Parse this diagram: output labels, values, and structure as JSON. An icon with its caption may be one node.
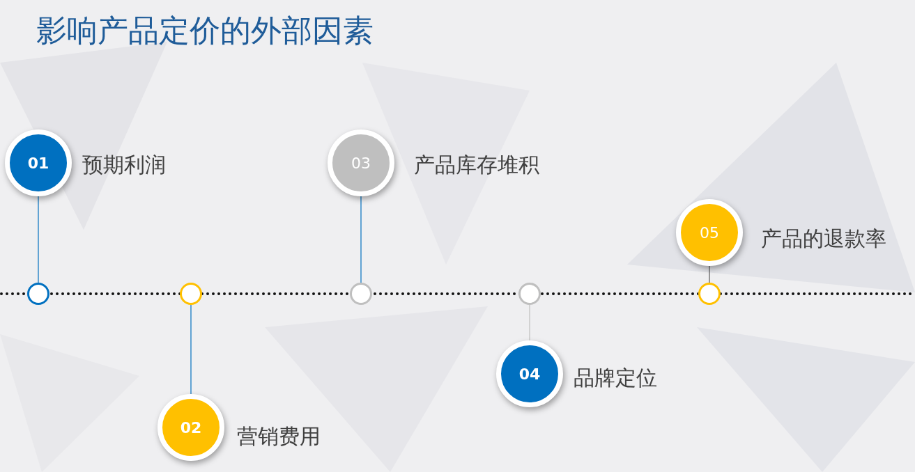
{
  "diagram": {
    "title": "影响产品定价的外部因素",
    "nodes": [
      {
        "text": [
          "01"
        ],
        "beside": [
          "预期利润"
        ]
      },
      {
        "text": [
          "02"
        ],
        "beside": [
          "营销费用"
        ]
      },
      {
        "text": [
          "03"
        ],
        "beside": [
          "产品库存堆积"
        ]
      },
      {
        "text": [
          "04"
        ],
        "beside": [
          "品牌定位"
        ]
      },
      {
        "text": [
          "05"
        ],
        "beside": [
          "产品的退款率"
        ]
      },
      {
        "text": [],
        "shape": "circle"
      },
      {
        "text": [],
        "shape": "circle"
      },
      {
        "text": [],
        "shape": "circle"
      },
      {
        "text": [],
        "shape": "circle"
      },
      {
        "text": [],
        "shape": "circle"
      }
    ],
    "edges": [
      {
        "from": 0,
        "to": 5,
        "arrow": "none"
      },
      {
        "from": 1,
        "to": 6,
        "arrow": "none"
      },
      {
        "from": 2,
        "to": 7,
        "arrow": "none"
      },
      {
        "from": 3,
        "to": 8,
        "arrow": "none",
        "color": "#bfbfbf"
      },
      {
        "from": 4,
        "to": 9,
        "arrow": "none",
        "color": "#595959"
      }
    ]
  }
}
